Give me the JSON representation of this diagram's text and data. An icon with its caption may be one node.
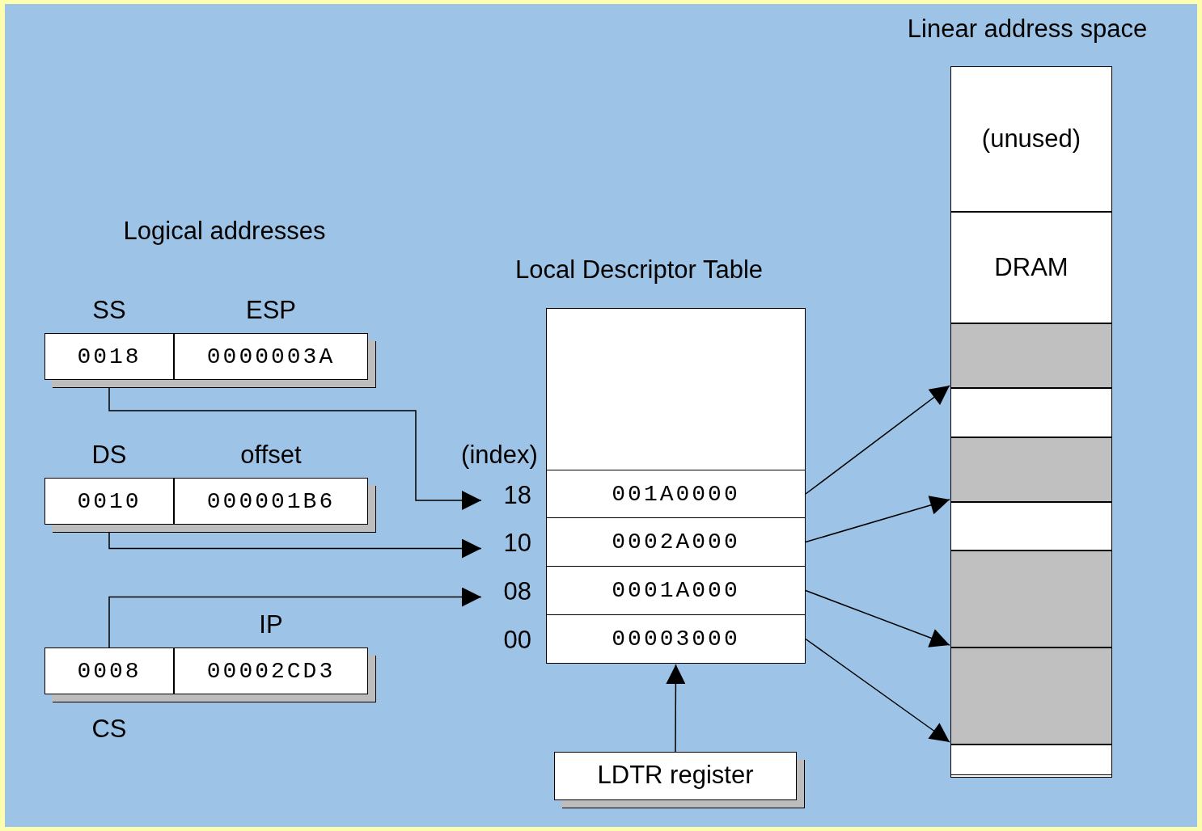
{
  "diagram": {
    "nodes": [
      {
        "text": [
          "SS",
          "0018"
        ]
      },
      {
        "text": [
          "ESP",
          "0000003A"
        ]
      },
      {
        "text": [
          "DS",
          "0010"
        ]
      },
      {
        "text": [
          "offset",
          "000001B6"
        ]
      },
      {
        "text": [
          "0008",
          "CS"
        ]
      },
      {
        "text": [
          "IP",
          "00002CD3"
        ]
      },
      {
        "text": [
          "Local Descriptor Table"
        ]
      },
      {
        "text": [
          "001A0000"
        ],
        "beside": [
          "18"
        ],
        "in": 6
      },
      {
        "text": [
          "0002A000"
        ],
        "beside": [
          "10"
        ],
        "in": 6
      },
      {
        "text": [
          "0001A000"
        ],
        "beside": [
          "08"
        ],
        "in": 6
      },
      {
        "text": [
          "00003000"
        ],
        "beside": [
          "00"
        ],
        "in": 6
      },
      {
        "text": [
          "LDTR register"
        ]
      },
      {
        "text": [
          "Linear address space"
        ]
      },
      {
        "text": [
          "(unused)"
        ],
        "in": 12
      },
      {
        "text": [
          "DRAM"
        ],
        "in": 12
      },
      {
        "text": [],
        "shape": "box",
        "in": 12
      },
      {
        "text": [],
        "shape": "box",
        "in": 12
      },
      {
        "text": [],
        "shape": "box",
        "in": 12
      },
      {
        "text": [],
        "shape": "box",
        "in": 12
      },
      {
        "text": [],
        "shape": "box",
        "in": 12
      },
      {
        "text": [],
        "shape": "box",
        "in": 12
      },
      {
        "text": [],
        "shape": "box",
        "in": 12
      }
    ],
    "edges": [
      {
        "from": 0,
        "to": 7,
        "arrow": "to"
      },
      {
        "from": 2,
        "to": 8,
        "arrow": "to"
      },
      {
        "from": 4,
        "to": 9,
        "arrow": "to"
      },
      {
        "from": 11,
        "to": 6,
        "arrow": "to"
      },
      {
        "from": 7,
        "to": 15,
        "arrow": "to"
      },
      {
        "from": 8,
        "to": 17,
        "arrow": "to"
      },
      {
        "from": 9,
        "to": 19,
        "arrow": "to"
      },
      {
        "from": 10,
        "to": 20,
        "arrow": "to"
      }
    ],
    "labels": [
      "Logical addresses",
      "(index)"
    ]
  }
}
